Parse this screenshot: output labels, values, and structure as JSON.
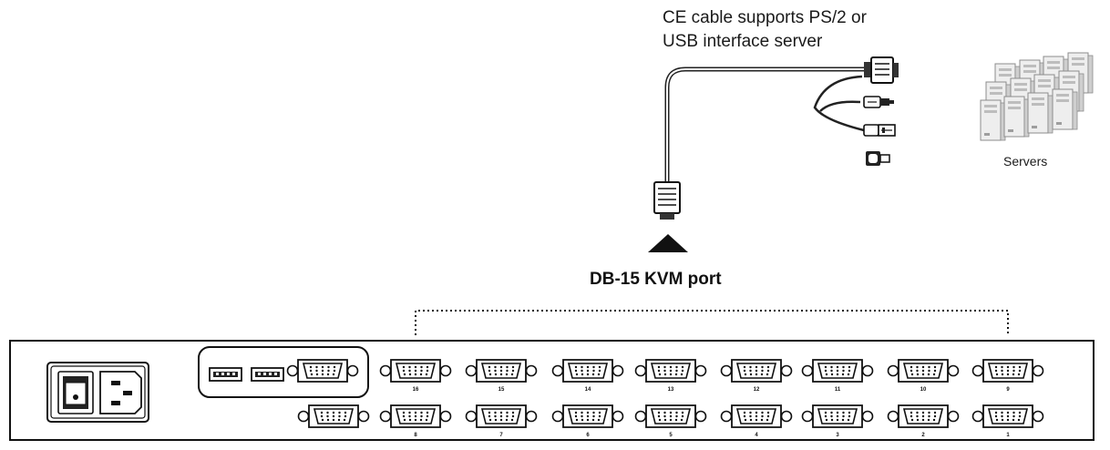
{
  "cable_caption": {
    "line1": "CE cable supports PS/2 or",
    "line2": "USB interface server"
  },
  "servers_label": "Servers",
  "kvm_port_label": "DB-15 KVM port",
  "rear_panel": {
    "top_row_ports": [
      "16",
      "15",
      "14",
      "13",
      "12",
      "11",
      "10",
      "9"
    ],
    "bottom_row_ports": [
      "8",
      "7",
      "6",
      "5",
      "4",
      "3",
      "2",
      "1"
    ]
  }
}
